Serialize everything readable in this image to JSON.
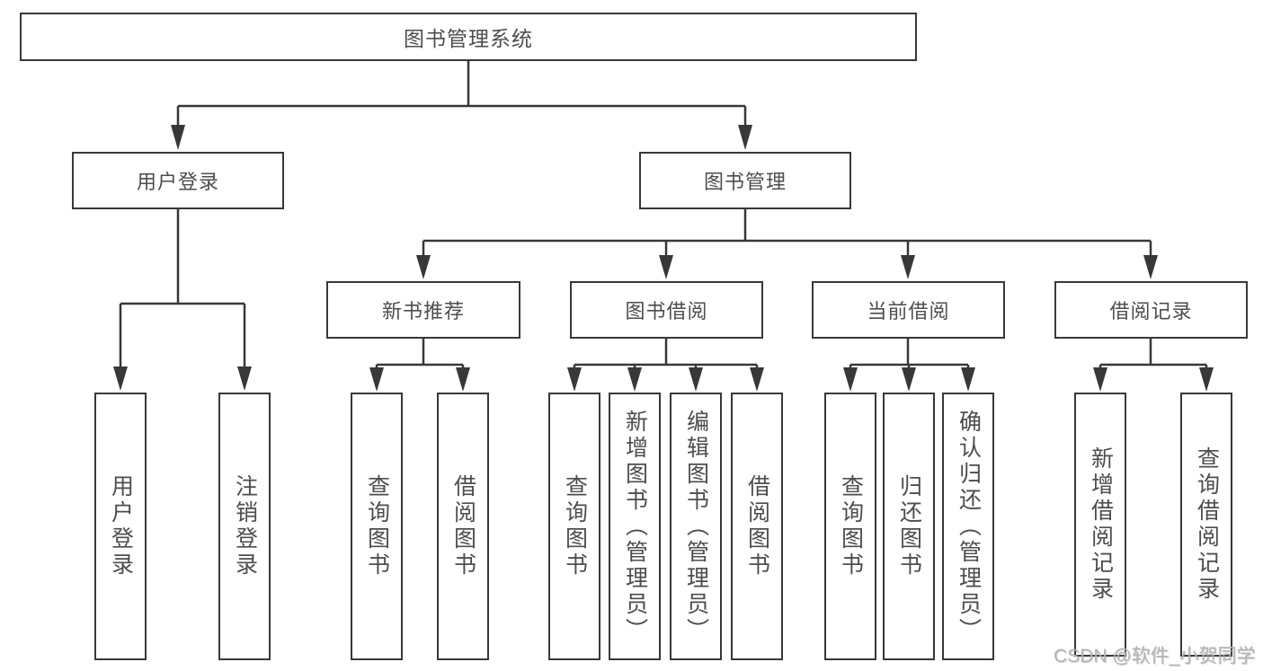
{
  "diagram_type": "hierarchy-tree",
  "tree": {
    "root": {
      "label": "图书管理系统",
      "children": [
        {
          "label": "用户登录",
          "children": [
            {
              "label": "用户登录"
            },
            {
              "label": "注销登录"
            }
          ]
        },
        {
          "label": "图书管理",
          "children": [
            {
              "label": "新书推荐",
              "children": [
                {
                  "label": "查询图书"
                },
                {
                  "label": "借阅图书"
                }
              ]
            },
            {
              "label": "图书借阅",
              "children": [
                {
                  "label": "查询图书"
                },
                {
                  "label": "新增图书（管理员）"
                },
                {
                  "label": "编辑图书（管理员）"
                },
                {
                  "label": "借阅图书"
                }
              ]
            },
            {
              "label": "当前借阅",
              "children": [
                {
                  "label": "查询图书"
                },
                {
                  "label": "归还图书"
                },
                {
                  "label": "确认归还（管理员）"
                }
              ]
            },
            {
              "label": "借阅记录",
              "children": [
                {
                  "label": "新增借阅记录"
                },
                {
                  "label": "查询借阅记录"
                }
              ]
            }
          ]
        }
      ]
    }
  },
  "watermark": {
    "text": "CSDN @软件_小贺同学"
  },
  "colors": {
    "background": "#ffffff",
    "box_border": "#383838",
    "connector": "#383838",
    "node_text": "#4d4d4d",
    "watermark_text": "#b5b5b5"
  }
}
